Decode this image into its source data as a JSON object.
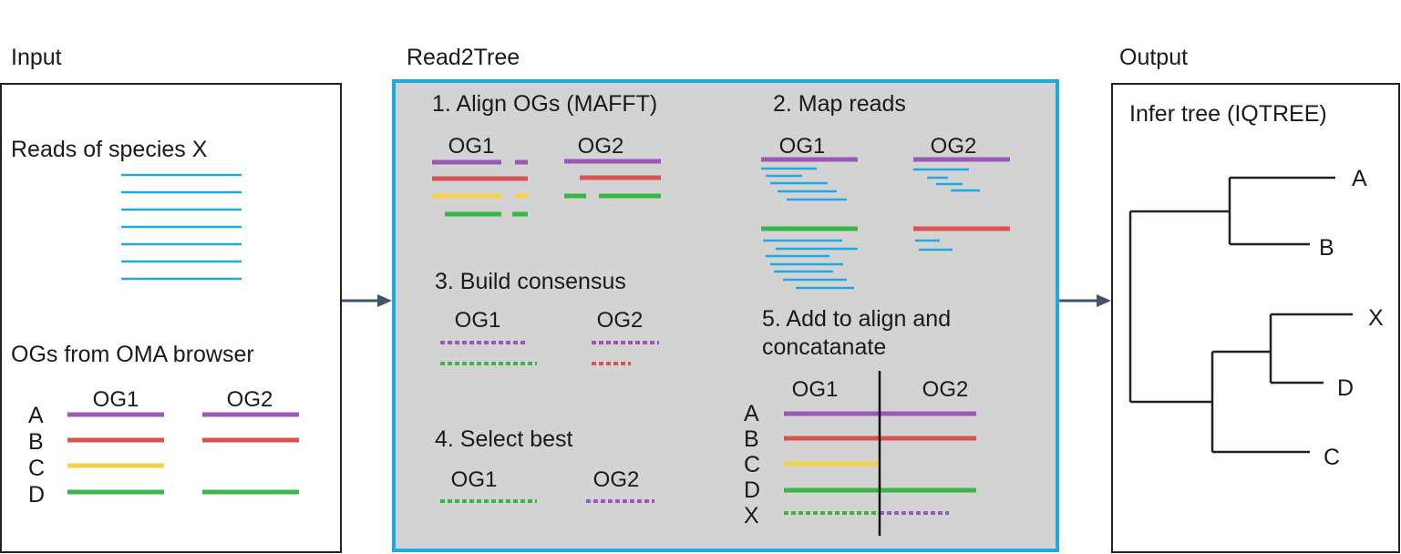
{
  "colors": {
    "purple": "#9b59b6",
    "red": "#d9534f",
    "yellow": "#f5d04a",
    "green": "#3ab54a",
    "blue": "#1fa9e1",
    "gray_panel": "#d3d3d3",
    "arrow": "#3f5569"
  },
  "input": {
    "title": "Input",
    "reads_title": "Reads of species X",
    "ogs_title": "OGs from OMA browser",
    "og1": "OG1",
    "og2": "OG2",
    "species": [
      "A",
      "B",
      "C",
      "D"
    ]
  },
  "read2tree": {
    "title": "Read2Tree",
    "step1": {
      "title": "1. Align OGs (MAFFT)",
      "og1": "OG1",
      "og2": "OG2"
    },
    "step2": {
      "title": "2. Map reads",
      "og1": "OG1",
      "og2": "OG2"
    },
    "step3": {
      "title": "3. Build consensus",
      "og1": "OG1",
      "og2": "OG2"
    },
    "step4": {
      "title": "4. Select best",
      "og1": "OG1",
      "og2": "OG2"
    },
    "step5": {
      "title_line1": "5. Add to align and",
      "title_line2": "concatanate",
      "og1": "OG1",
      "og2": "OG2",
      "species": [
        "A",
        "B",
        "C",
        "D",
        "X"
      ]
    }
  },
  "output": {
    "title": "Output",
    "tree_title": "Infer tree (IQTREE)",
    "leaves": [
      "A",
      "B",
      "X",
      "D",
      "C"
    ]
  }
}
